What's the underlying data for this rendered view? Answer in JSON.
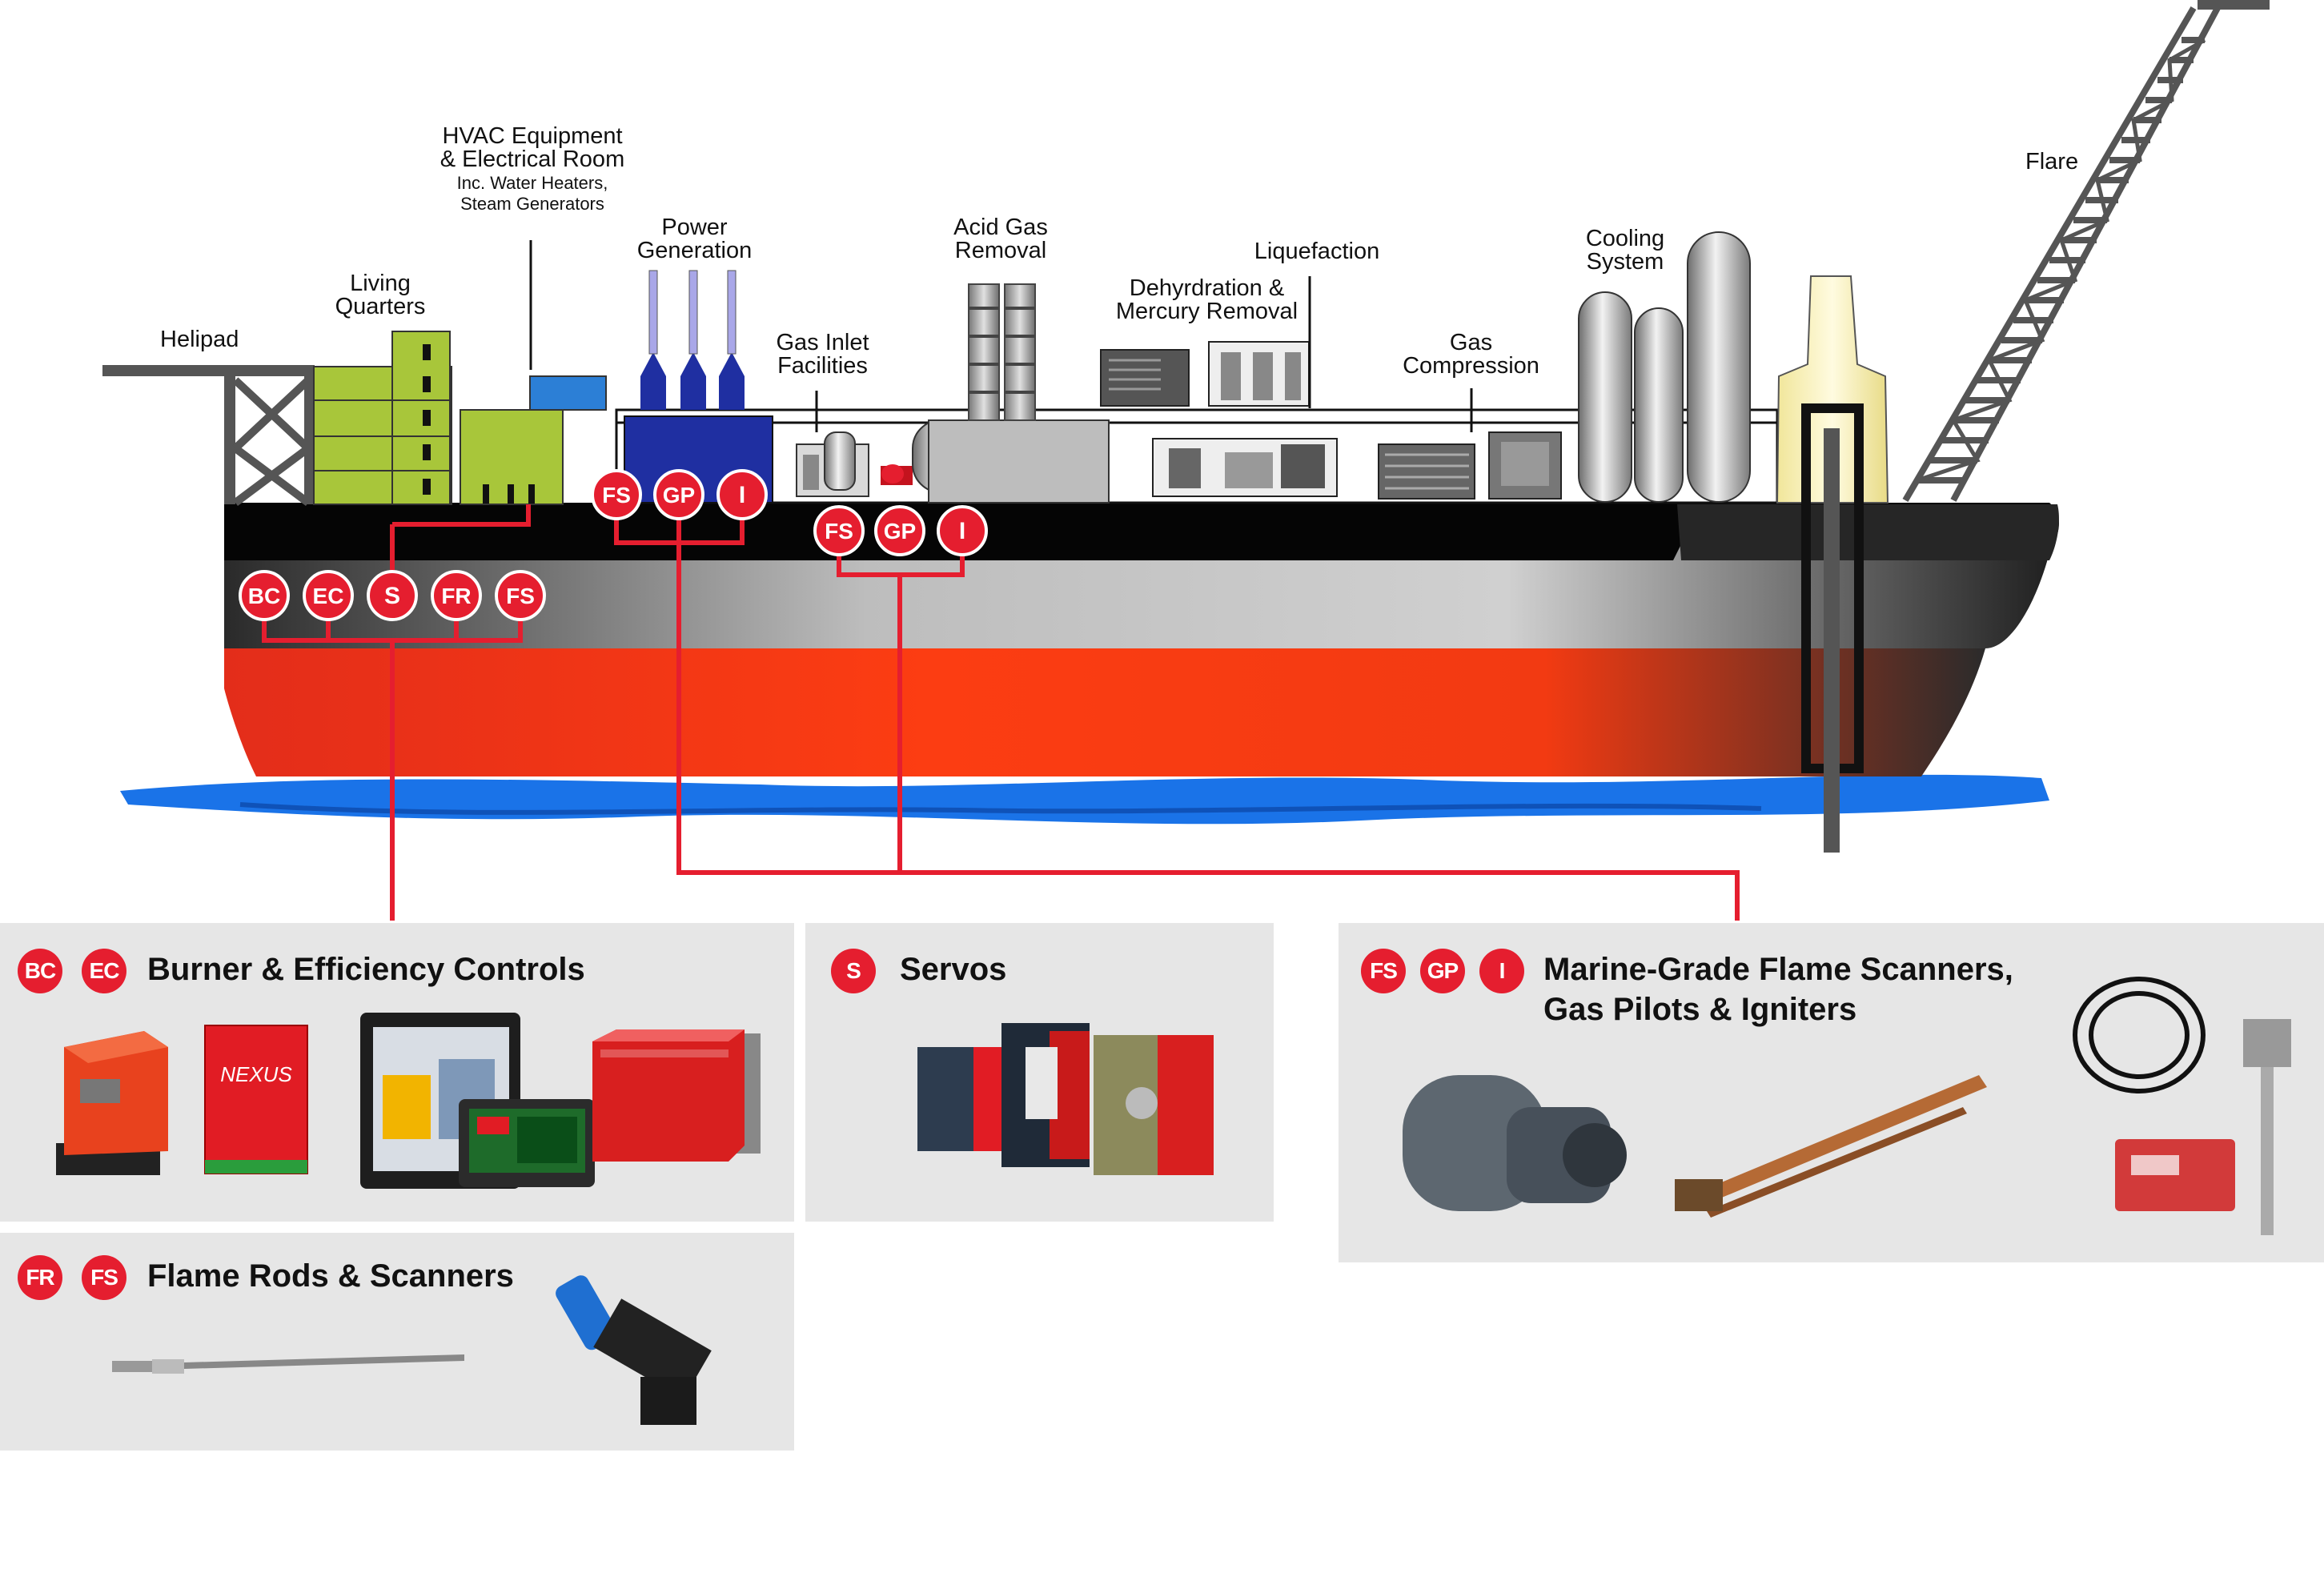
{
  "labels": {
    "helipad": "Helipad",
    "living_quarters": [
      "Living",
      "Quarters"
    ],
    "hvac": [
      "HVAC Equipment",
      "& Electrical Room",
      "Inc. Water Heaters,",
      "Steam Generators"
    ],
    "power_generation": [
      "Power",
      "Generation"
    ],
    "gas_inlet": [
      "Gas Inlet",
      "Facilities"
    ],
    "acid_gas": [
      "Acid Gas",
      "Removal"
    ],
    "dehydration": [
      "Dehyrdration &",
      "Mercury Removal"
    ],
    "liquefaction": "Liquefaction",
    "gas_compression": [
      "Gas",
      "Compression"
    ],
    "cooling_system": [
      "Cooling",
      "System"
    ],
    "flare": "Flare"
  },
  "ship_badges": {
    "hvac_group": [
      "BC",
      "EC",
      "S",
      "FR",
      "FS"
    ],
    "power_group": [
      "FS",
      "GP",
      "I"
    ],
    "gas_inlet_group": [
      "FS",
      "GP",
      "I"
    ]
  },
  "panels": {
    "burner": {
      "badges": [
        "BC",
        "EC"
      ],
      "title": "Burner & Efficiency Controls",
      "product_brand": "NEXUS"
    },
    "servos": {
      "badges": [
        "S"
      ],
      "title": "Servos"
    },
    "flame_rods": {
      "badges": [
        "FR",
        "FS"
      ],
      "title": "Flame Rods & Scanners"
    },
    "marine": {
      "badges": [
        "FS",
        "GP",
        "I"
      ],
      "title": [
        "Marine-Grade Flame Scanners,",
        "Gas Pilots & Igniters"
      ]
    }
  },
  "colors": {
    "accent_red": "#e51e2f",
    "hull_red": "#fc3d12",
    "living_green": "#a8c63a",
    "power_blue": "#1f2fa1",
    "hvac_blue": "#2c7fd6",
    "water_blue": "#1a73e8",
    "panel_gray": "#e6e6e6",
    "flare_yellow": "#fdf5c0"
  }
}
